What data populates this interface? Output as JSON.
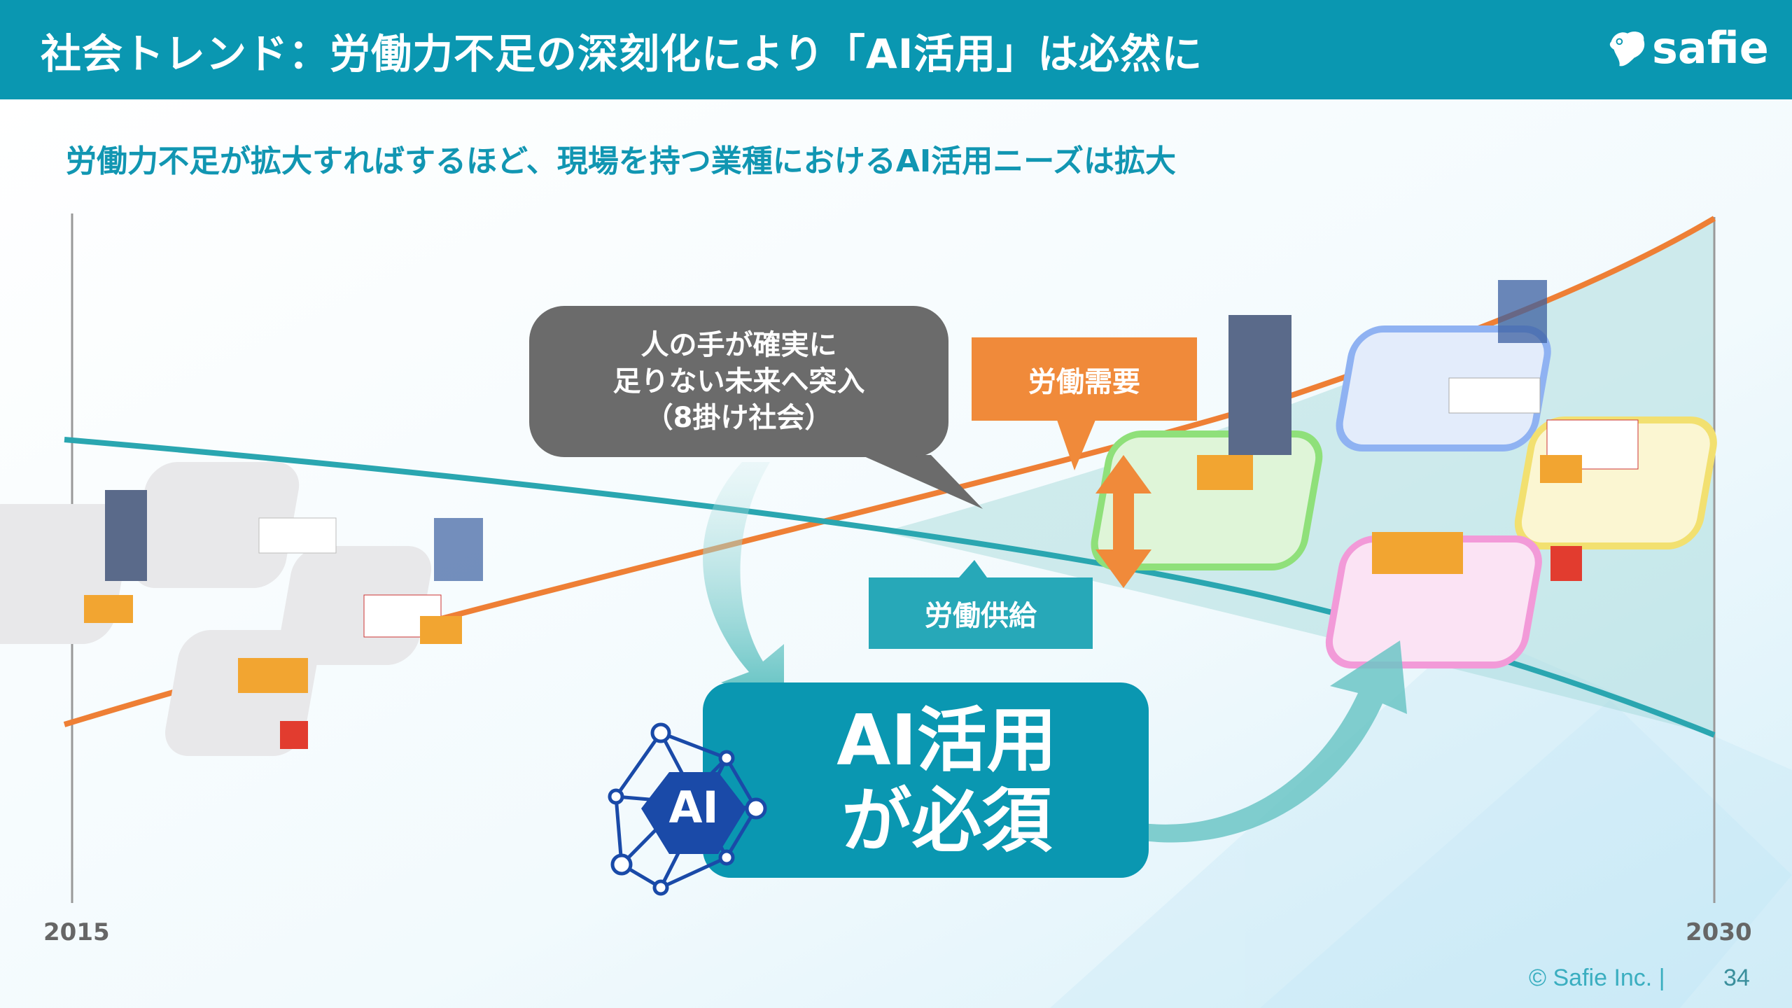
{
  "header": {
    "title": "社会トレンド：労働力不足の深刻化により「AI活用」は必然に",
    "logo_text": "safie"
  },
  "subtitle": "労働力不足が拡大すればするほど、現場を持つ業種におけるAI活用ニーズは拡大",
  "axis": {
    "start_label": "2015",
    "end_label": "2030"
  },
  "callout": {
    "lines": [
      "人の手が確実に",
      "足りない未来へ突入",
      "（8掛け社会）"
    ]
  },
  "labels": {
    "demand": "労働需要",
    "supply": "労働供給"
  },
  "ai_box": {
    "line1": "AI活用",
    "line2": "が必須",
    "badge": "AI"
  },
  "colors": {
    "brand": "#0a97b1",
    "demand": "#f08a3a",
    "supply": "#27a8b8",
    "ai_badge": "#1a4aa8"
  },
  "footer": {
    "copyright": "© Safie Inc. |",
    "page_number": "34"
  }
}
